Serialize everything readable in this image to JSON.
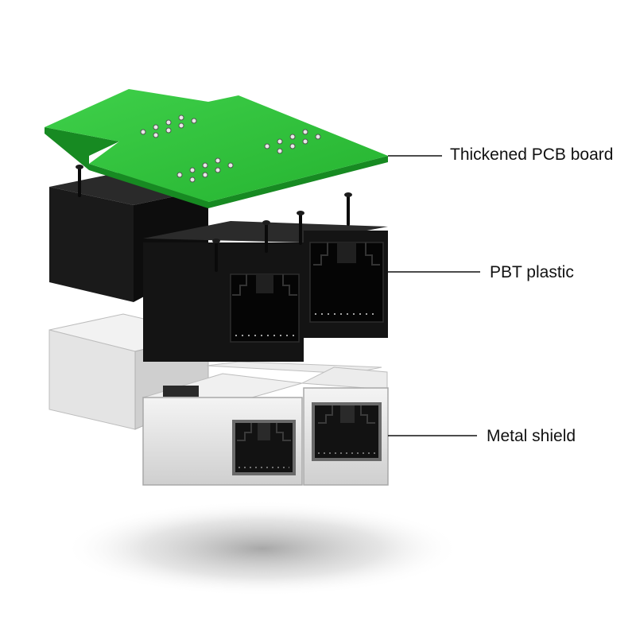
{
  "labels": {
    "pcb": "Thickened PCB board",
    "plastic": "PBT plastic",
    "shield": "Metal shield"
  },
  "layers": [
    {
      "name": "pcb",
      "color": "#2fbf3a",
      "edge": "#178a22"
    },
    {
      "name": "plastic",
      "color": "#151515",
      "edge": "#000000"
    },
    {
      "name": "shield",
      "color": "#d9d9d9",
      "edge": "#9a9a9a"
    }
  ]
}
